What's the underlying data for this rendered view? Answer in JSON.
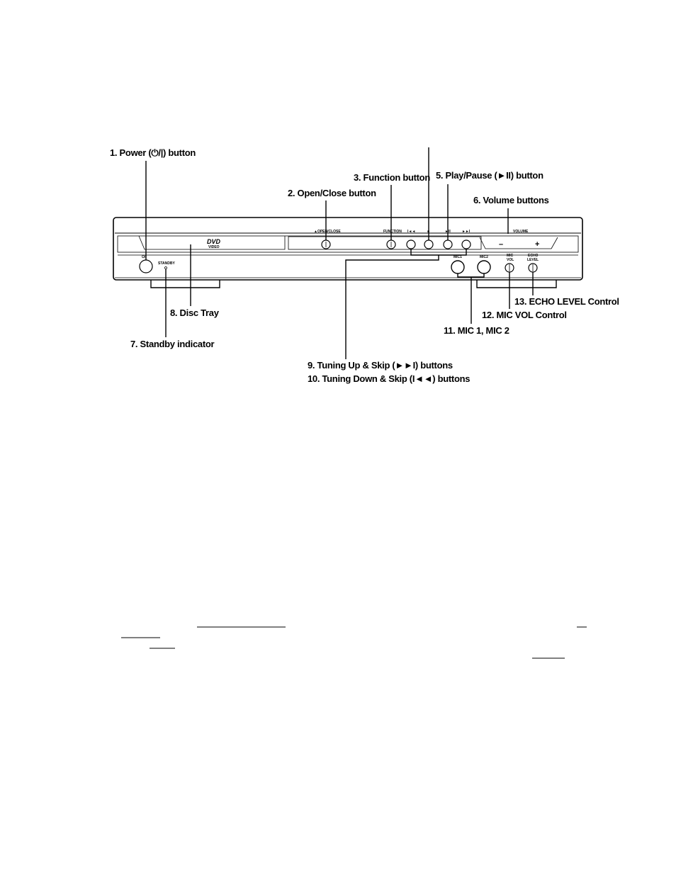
{
  "callouts": {
    "power": "1. Power (⏻/|) button",
    "open_close": "2. Open/Close button",
    "function": "3. Function button",
    "play_pause": "5. Play/Pause (►II) button",
    "volume": "6. Volume buttons",
    "standby": "7. Standby indicator",
    "disc_tray": "8. Disc Tray",
    "tuning_up": "9. Tuning Up & Skip (►►I) buttons",
    "tuning_down": "10. Tuning Down & Skip (I◄◄) buttons",
    "mic": "11. MIC 1, MIC 2",
    "mic_vol": "12. MIC VOL Control",
    "echo_level": "13. ECHO LEVEL Control"
  },
  "panel": {
    "dvd_logo": "DVD",
    "dvd_sub": "VIDEO",
    "open_close_label": "▲OPEN/CLOSE",
    "function_label": "FUNCTION",
    "prev_label": "I◄◄",
    "stop_label": "■",
    "play_label": "►II",
    "next_label": "►►I",
    "volume_label": "VOLUME",
    "minus_sign": "–",
    "plus_sign": "+",
    "power_label": "⏻/I",
    "standby_label": "STANDBY",
    "mic1_label": "MIC1",
    "mic2_label": "MIC2",
    "mic_vol_label_1": "MIC",
    "mic_vol_label_2": "VOL",
    "echo_label_1": "ECHO",
    "echo_label_2": "LEVEL"
  }
}
